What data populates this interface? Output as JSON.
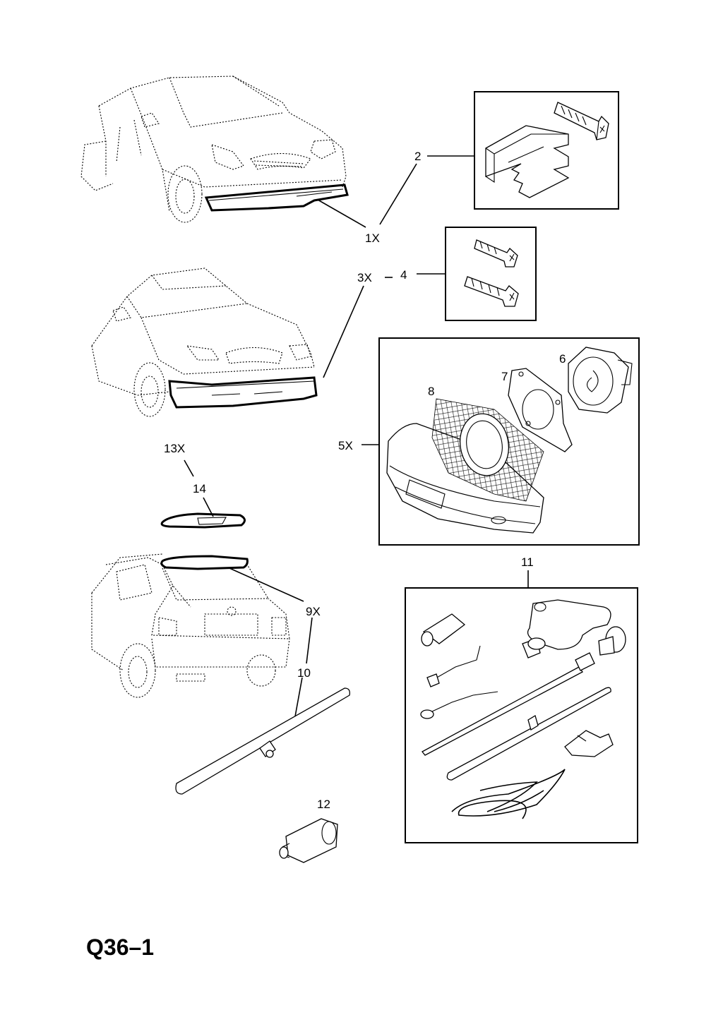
{
  "callouts": {
    "c1": "1X",
    "c2": "2",
    "c3": "3X",
    "c4": "4",
    "c5": "5X",
    "c6": "6",
    "c7": "7",
    "c8": "8",
    "c9": "9X",
    "c10": "10",
    "c11": "11",
    "c12": "12",
    "c13": "13X",
    "c14": "14"
  },
  "reference": "Q36–1"
}
